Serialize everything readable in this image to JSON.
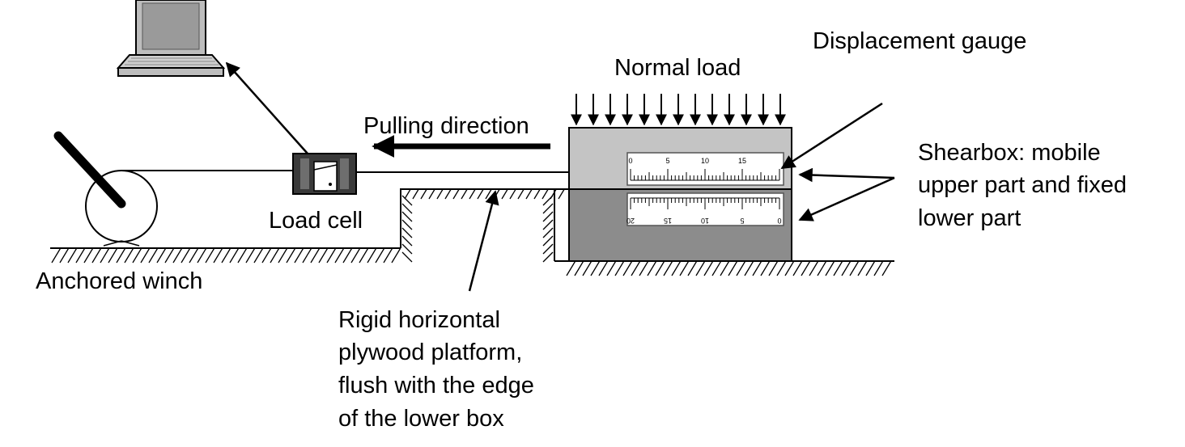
{
  "labels": {
    "displacement_gauge": "Displacement gauge",
    "normal_load": "Normal load",
    "pulling_direction": "Pulling direction",
    "shearbox_line1": "Shearbox: mobile",
    "shearbox_line2": "upper part and fixed",
    "shearbox_line3": "lower part",
    "load_cell": "Load cell",
    "anchored_winch": "Anchored winch",
    "platform_line1": "Rigid horizontal",
    "platform_line2": "plywood platform,",
    "platform_line3": "flush with the edge",
    "platform_line4": "of the lower box"
  },
  "gauge": {
    "upper_ticks": [
      "0",
      "5",
      "10",
      "15"
    ],
    "lower_ticks": [
      "20",
      "15",
      "10",
      "5",
      "0"
    ]
  },
  "colors": {
    "upper_box": "#c4c4c4",
    "lower_box": "#8c8c8c",
    "line": "#000000",
    "laptop_screen": "#9a9a9a",
    "laptop_body": "#cfcfcf"
  },
  "icons": {
    "computer": "laptop-icon",
    "load_cell": "load-cell-icon",
    "winch": "winch-icon"
  }
}
